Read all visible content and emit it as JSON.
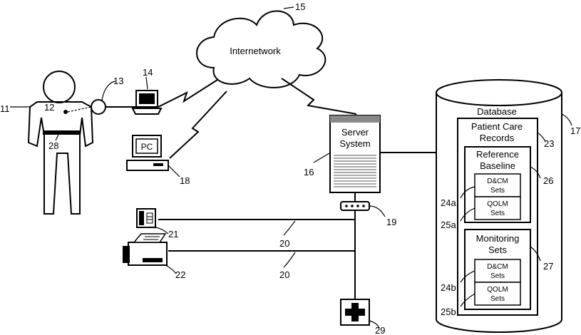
{
  "network": {
    "label": "Internetwork",
    "ref": "15"
  },
  "person": {
    "ref": "11",
    "sensor_ref": "12",
    "belt_ref": "28"
  },
  "connector": {
    "ref": "13"
  },
  "laptop": {
    "ref": "14"
  },
  "pc": {
    "label": "PC",
    "ref": "18"
  },
  "server": {
    "line1": "Server",
    "line2": "System",
    "ref": "16"
  },
  "modem": {
    "ref": "19"
  },
  "phone": {
    "ref": "21"
  },
  "fax": {
    "ref": "22"
  },
  "lines": {
    "ref_a": "20",
    "ref_b": "20"
  },
  "hospital": {
    "ref": "29"
  },
  "database": {
    "label": "Database",
    "ref": "17",
    "records": {
      "line1": "Patient Care",
      "line2": "Records",
      "ref": "23"
    },
    "baseline": {
      "line1": "Reference",
      "line2": "Baseline",
      "ref": "26",
      "set1": {
        "line1": "D&CM",
        "line2": "Sets",
        "ref": "24a"
      },
      "set2": {
        "line1": "QOLM",
        "line2": "Sets",
        "ref": "25a"
      }
    },
    "monitoring": {
      "line1": "Monitoring",
      "line2": "Sets",
      "ref": "27",
      "set1": {
        "line1": "D&CM",
        "line2": "Sets",
        "ref": "24b"
      },
      "set2": {
        "line1": "QOLM",
        "line2": "Sets",
        "ref": "25b"
      }
    }
  }
}
